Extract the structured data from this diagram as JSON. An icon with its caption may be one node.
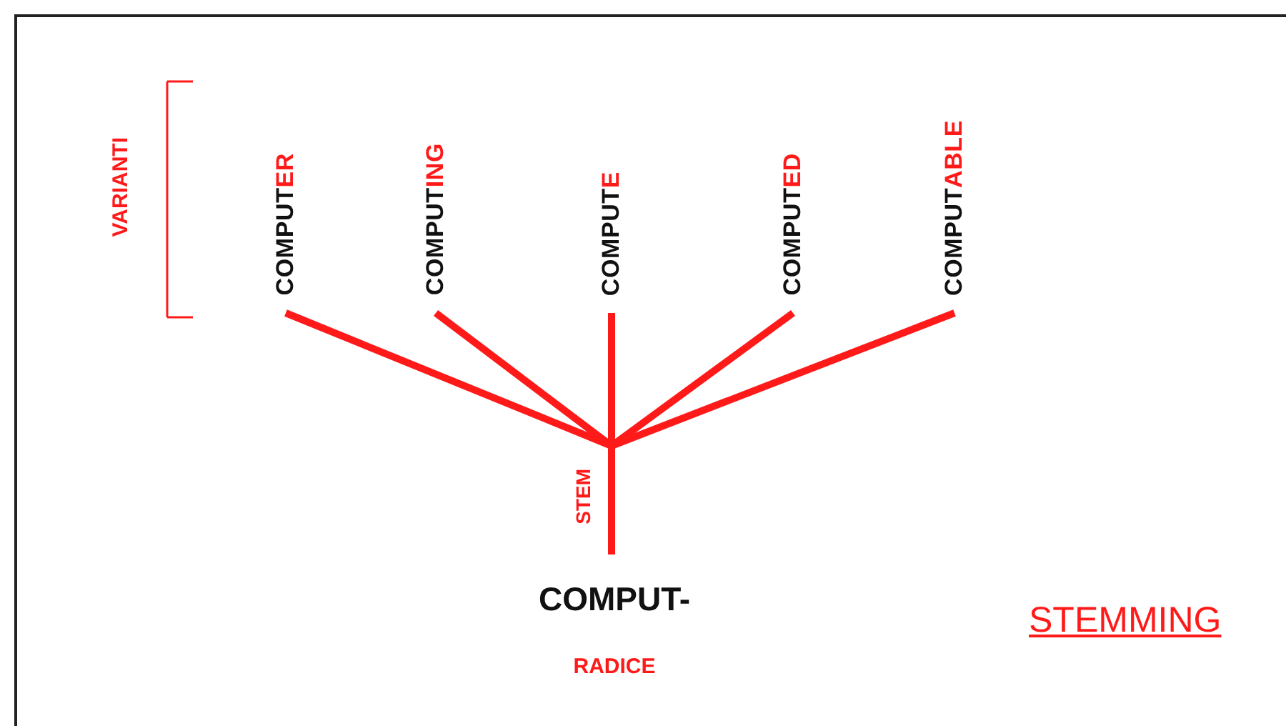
{
  "diagram": {
    "title": "STEMMING",
    "nodes": [
      {
        "text": [
          "COMPUT",
          "ER"
        ]
      },
      {
        "text": [
          "COMPUT",
          "ING"
        ]
      },
      {
        "text": [
          "COMPUT",
          "E"
        ]
      },
      {
        "text": [
          "COMPUT",
          "ED"
        ]
      },
      {
        "text": [
          "COMPUT",
          "ABLE"
        ]
      },
      {
        "text": [
          "COMPUT-"
        ],
        "beside": [
          "RADICE"
        ]
      }
    ],
    "edges": [
      {
        "from": 0,
        "to": 5,
        "arrow": "none"
      },
      {
        "from": 1,
        "to": 5,
        "arrow": "none"
      },
      {
        "from": 2,
        "to": 5,
        "arrow": "none",
        "label": "STEM"
      },
      {
        "from": 3,
        "to": 5,
        "arrow": "none"
      },
      {
        "from": 4,
        "to": 5,
        "arrow": "none"
      }
    ],
    "labels": [
      "VARIANTI"
    ]
  }
}
